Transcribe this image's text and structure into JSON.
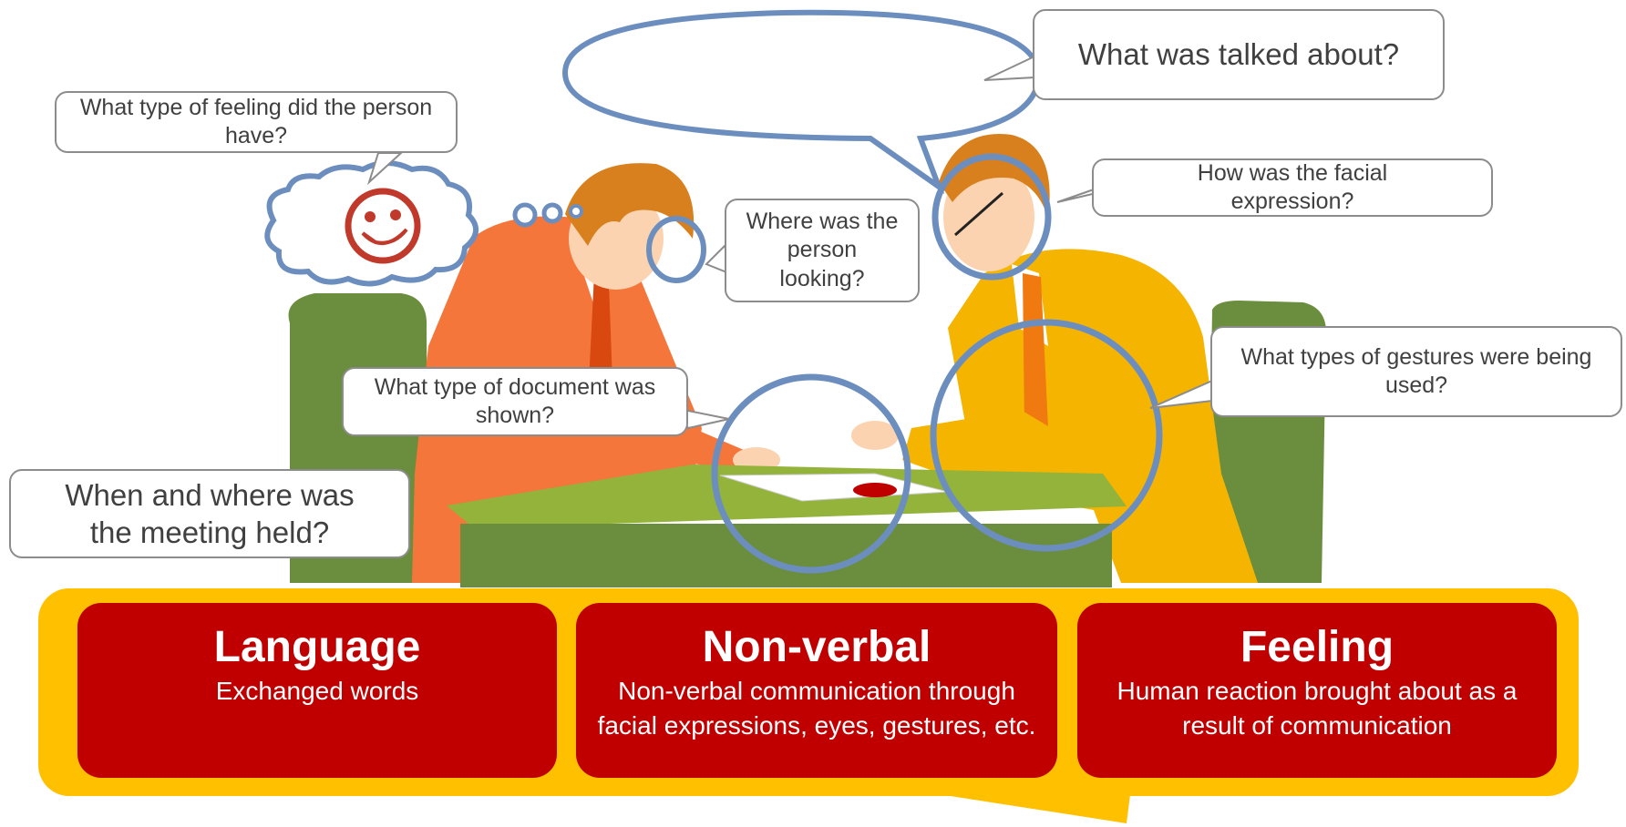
{
  "callouts": {
    "talked_about": "What was talked about?",
    "feeling_type": "What type of feeling did the person have?",
    "facial_expression": "How was the facial expression?",
    "looking": "Where was the person looking?",
    "gestures": "What types of gestures were being used?",
    "document": "What type of document was shown?",
    "when_where": "When and where was the meeting held?"
  },
  "categories": [
    {
      "title": "Language",
      "description": "Exchanged words"
    },
    {
      "title": "Non-verbal",
      "description": "Non-verbal communication through facial expressions, eyes, gestures, etc."
    },
    {
      "title": "Feeling",
      "description": "Human reaction brought about as a result of communication"
    }
  ],
  "colors": {
    "band": "#ffc000",
    "panel": "#c00000",
    "callout_border": "#8c8c8c",
    "focus_ring": "#6c8ebf",
    "chair": "#6b8e3e",
    "desk": "#93b33a",
    "suit_left": "#f5763a",
    "suit_right": "#f5b400",
    "hair": "#d9801e",
    "smiley": "#c0392b"
  }
}
